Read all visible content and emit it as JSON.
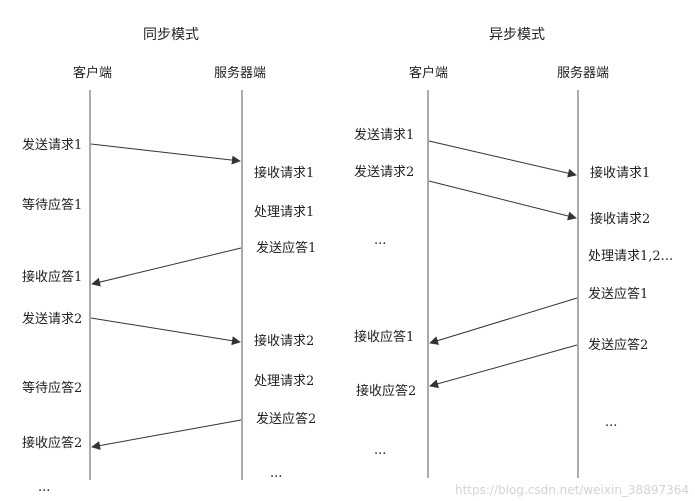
{
  "sync": {
    "title": "同步模式",
    "client_header": "客户端",
    "server_header": "服务器端",
    "client_labels": [
      "发送请求1",
      "等待应答1",
      "接收应答1",
      "发送请求2",
      "等待应答2",
      "接收应答2",
      "..."
    ],
    "server_labels": [
      "接收请求1",
      "处理请求1",
      "发送应答1",
      "接收请求2",
      "处理请求2",
      "发送应答2",
      "..."
    ]
  },
  "async": {
    "title": "异步模式",
    "client_header": "客户端",
    "server_header": "服务器端",
    "client_labels": [
      "发送请求1",
      "发送请求2",
      "...",
      "接收应答1",
      "接收应答2",
      "..."
    ],
    "server_labels": [
      "接收请求1",
      "接收请求2",
      "处理请求1,2...",
      "发送应答1",
      "发送应答2",
      "..."
    ]
  },
  "watermark": "https://blog.csdn.net/weixin_38897364",
  "colors": {
    "line": "#555555",
    "arrow": "#333333",
    "watermark": "#d4d4d4"
  }
}
